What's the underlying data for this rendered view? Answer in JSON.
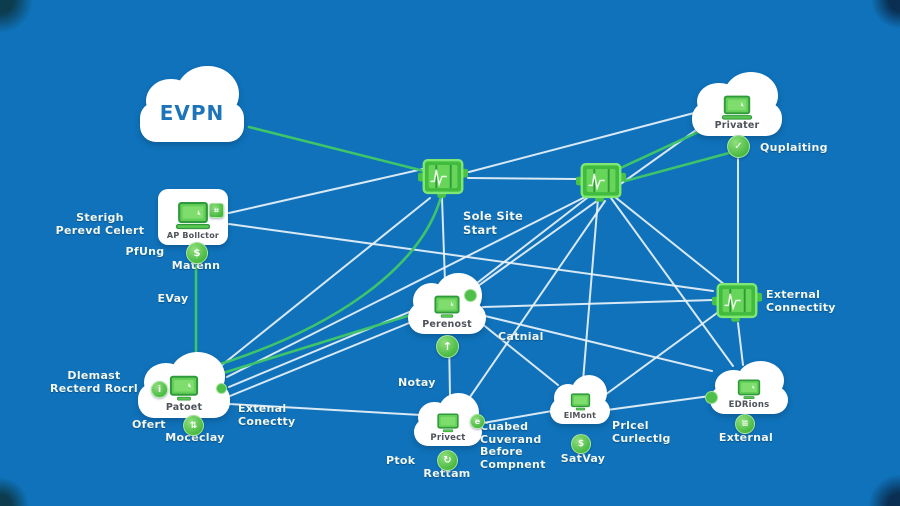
{
  "title": "EVPN network topology diagram",
  "colors": {
    "background": "#0f72ba",
    "cloud": "#ffffff",
    "device_green": "#54c24d",
    "device_green_dark": "#2e9a39",
    "line_white": "#e9f2f9",
    "line_green": "#3ec46a",
    "evpn_text": "#1d74b9",
    "annotation_text": "#f3f7ee",
    "cloud_label_text": "#4e525a"
  },
  "nodes": {
    "evpn": {
      "label": "EVPN"
    },
    "ap_collector": {
      "label": "AP Bollctor"
    },
    "privater": {
      "label": "Privater"
    },
    "perenost": {
      "label": "Perenost"
    },
    "patoet": {
      "label": "Patoet"
    },
    "privect": {
      "label": "Privect"
    },
    "elmont": {
      "label": "ElMont"
    },
    "edrions": {
      "label": "EDRions"
    }
  },
  "badges": {
    "matenn": {
      "label": "Matenn",
      "glyph": "$"
    },
    "perenost_up": {
      "label": "",
      "glyph": "↑"
    },
    "moceclay": {
      "label": "Moceclay",
      "glyph": "⇅"
    },
    "rettam": {
      "label": "Rettam",
      "glyph": "↻"
    },
    "satvay": {
      "label": "SatVay",
      "glyph": "$"
    },
    "edrions_ext": {
      "label": "External",
      "glyph": "≡"
    },
    "qupleiting": {
      "label": "Quplaiting",
      "glyph": "✓"
    },
    "patoet_info": {
      "glyph": "i"
    },
    "privect_e": {
      "glyph": "e"
    },
    "tile_badge": {
      "glyph": "⌗"
    }
  },
  "annotations": {
    "sterigh": [
      "Sterigh",
      "Perevd Celert"
    ],
    "pfung": [
      "PfUng"
    ],
    "evay": [
      "EVay"
    ],
    "dlemast": [
      "Dlemast",
      "Recterd Rocrl"
    ],
    "ofert": [
      "Ofert"
    ],
    "sole_site": [
      "Sole Site",
      "Start"
    ],
    "catnial": [
      "Catnial"
    ],
    "external_switch": [
      "External",
      "Connectity"
    ],
    "extenal_conectty": [
      "Extenal",
      "Conectty"
    ],
    "notay": [
      "Notay"
    ],
    "ptok": [
      "Ptok"
    ],
    "cuabed": [
      "Cuabed",
      "Cuverand",
      "Before",
      "Compnent"
    ],
    "prlcel": [
      "Prlcel",
      "Curlectlg"
    ]
  }
}
